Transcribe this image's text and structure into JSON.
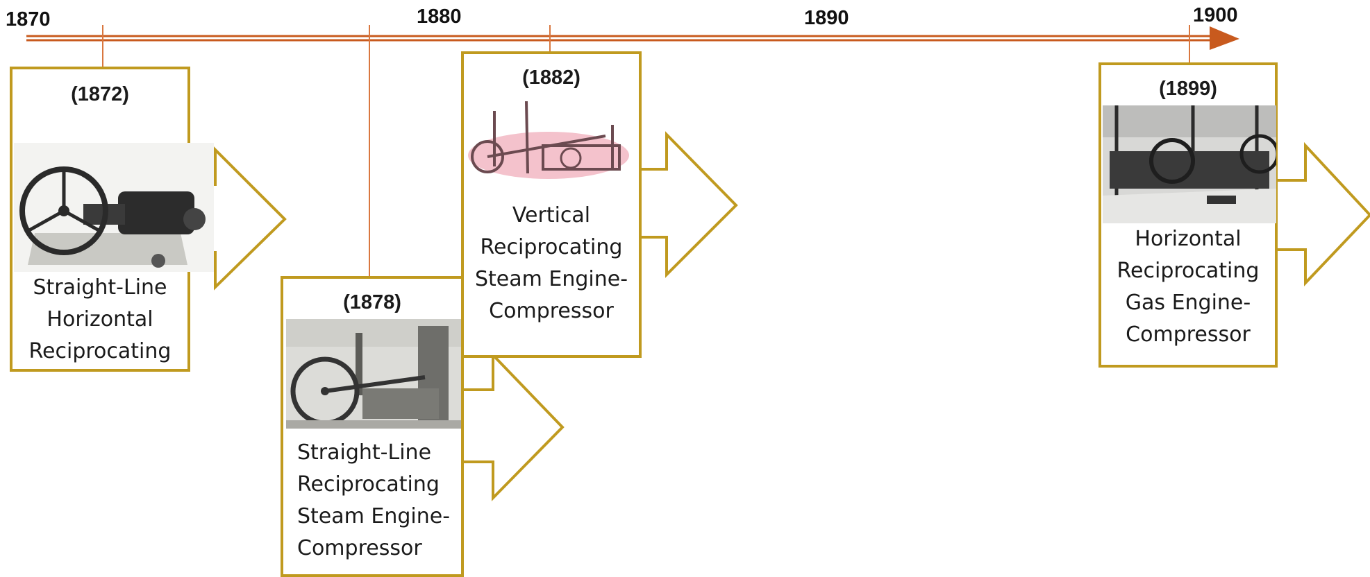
{
  "timeline": {
    "years": [
      "1870",
      "1880",
      "1890",
      "1900"
    ]
  },
  "events": [
    {
      "date": "(1872)",
      "lines": [
        "Straight-Line",
        "Horizontal",
        "Reciprocating"
      ],
      "image": "horizontal-compressor-illustration"
    },
    {
      "date": "(1878)",
      "lines": [
        "Straight-Line",
        "Reciprocating",
        "Steam Engine-",
        "Compressor"
      ],
      "image": "steam-engine-compressor-engraving"
    },
    {
      "date": "(1882)",
      "lines": [
        "Vertical",
        "Reciprocating",
        "Steam Engine-",
        "Compressor"
      ],
      "image": "vertical-compressor-sketch"
    },
    {
      "date": "(1899)",
      "lines": [
        "Horizontal",
        "Reciprocating",
        "Gas Engine-",
        "Compressor"
      ],
      "image": "gas-engine-compressor-hall-photo"
    }
  ],
  "colors": {
    "timeline": "#c85a1e",
    "frame": "#c09a1f",
    "marker": "#d9773f"
  }
}
